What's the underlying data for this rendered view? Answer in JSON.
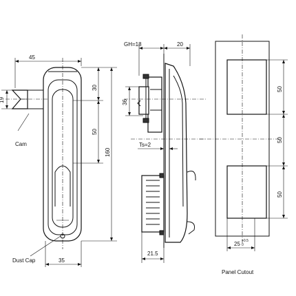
{
  "dimensions": {
    "front_width_45": "45",
    "front_top_30": "30",
    "front_mid_50": "50",
    "front_total_160": "160",
    "front_cam_19": "19",
    "front_bottom_35": "35",
    "side_gh": "GH=18",
    "side_20": "20",
    "side_36": "36",
    "side_ts": "Ts=2",
    "side_21_5": "21.5",
    "cutout_top_50": "50",
    "cutout_mid_50": "50",
    "cutout_bottom_50": "50",
    "cutout_width": "25",
    "cutout_tol": "+0.5",
    "cutout_tol_low": "0"
  },
  "labels": {
    "cam": "Cam",
    "dust_cap": "Dust Cap",
    "panel_cutout": "Panel Cutout"
  }
}
